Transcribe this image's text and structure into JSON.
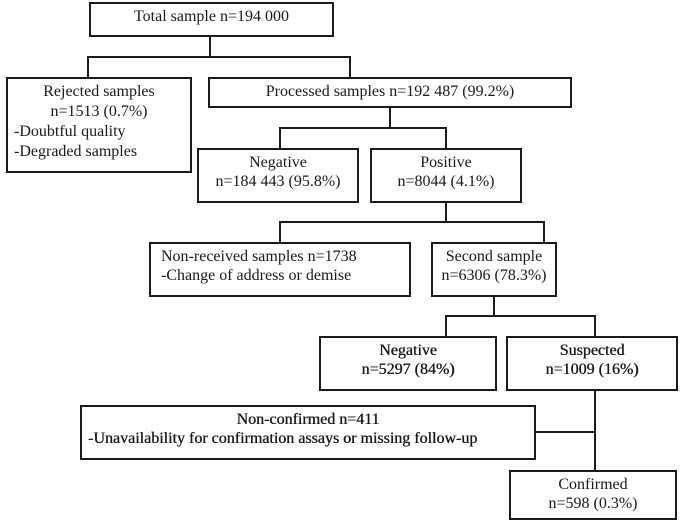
{
  "nodes": {
    "total": {
      "line1": "Total sample n=194 000"
    },
    "rejected": {
      "line1": "Rejected samples",
      "line2": "n=1513 (0.7%)",
      "line3": "-Doubtful quality",
      "line4": "-Degraded samples"
    },
    "processed": {
      "line1": "Processed samples n=192 487 (99.2%)"
    },
    "negative1": {
      "line1": "Negative",
      "line2": "n=184 443 (95.8%)"
    },
    "positive": {
      "line1": "Positive",
      "line2": "n=8044 (4.1%)"
    },
    "nonreceived": {
      "line1": "Non-received samples n=1738",
      "line2": "-Change of address or demise"
    },
    "second": {
      "line1": "Second sample",
      "line2": "n=6306 (78.3%)"
    },
    "negative2": {
      "line1": "Negative",
      "line2": "n=5297 (84%)"
    },
    "suspected": {
      "line1": "Suspected",
      "line2": "n=1009 (16%)"
    },
    "nonconfirmed": {
      "line1": "Non-confirmed n=411",
      "line2": "-Unavailability for confirmation assays or missing follow-up"
    },
    "confirmed": {
      "line1": "Confirmed",
      "line2": "n=598 (0.3%)"
    }
  },
  "colors": {
    "stroke": "#1a1a1a",
    "background": "#ffffff"
  }
}
